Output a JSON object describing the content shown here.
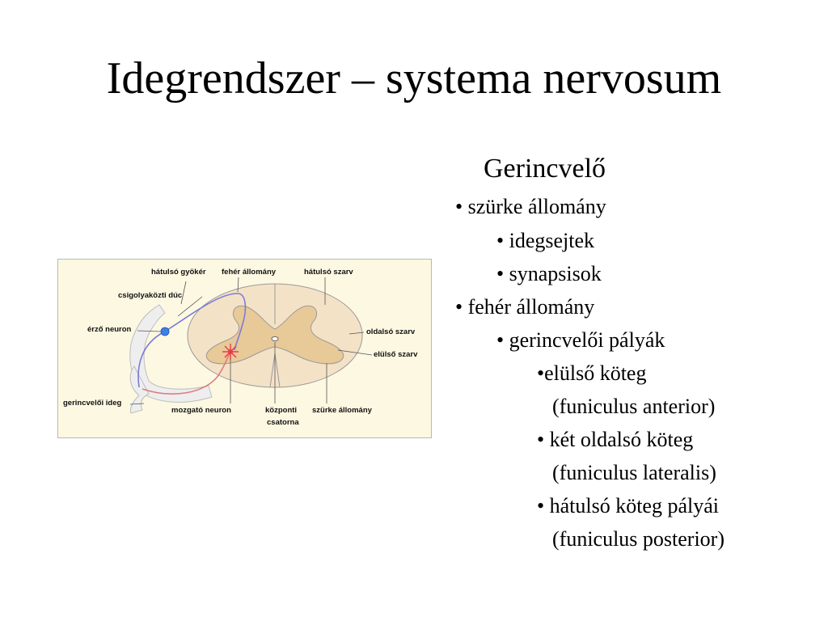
{
  "slide": {
    "title": "Idegrendszer – systema nervosum"
  },
  "figure": {
    "labels": {
      "posterior_root": "hátulsó gyökér",
      "white_matter": "fehér állomány",
      "posterior_horn": "hátulsó szarv",
      "spinal_ganglion": "csigolyaközti dúc",
      "sensory_neuron": "érző neuron",
      "lateral_horn": "oldalsó szarv",
      "anterior_horn": "elülső szarv",
      "spinal_nerve": "gerincvelői ideg",
      "motor_neuron": "mozgató neuron",
      "central_canal_1": "központi",
      "central_canal_2": "csatorna",
      "grey_matter": "szürke állomány"
    },
    "colors": {
      "background": "#fcf8e2",
      "white_matter": "#f4e2c7",
      "grey_matter": "#e8c998",
      "nerve_fill": "#eeeeee",
      "sensory_path": "#7b7bd8",
      "motor_path": "#e07a80",
      "sensory_cell": "#3f7fe8",
      "motor_cell": "#e83a4a"
    }
  },
  "content": {
    "heading": "Gerincvelő",
    "bullets": [
      "• szürke állomány",
      "• idegsejtek",
      "• synapsisok",
      "• fehér állomány",
      "• gerincvelői pályák",
      "•elülső köteg",
      "(funiculus anterior)",
      "• két oldalsó köteg",
      "(funiculus lateralis)",
      "• hátulsó köteg pályái",
      "(funiculus posterior)"
    ]
  }
}
